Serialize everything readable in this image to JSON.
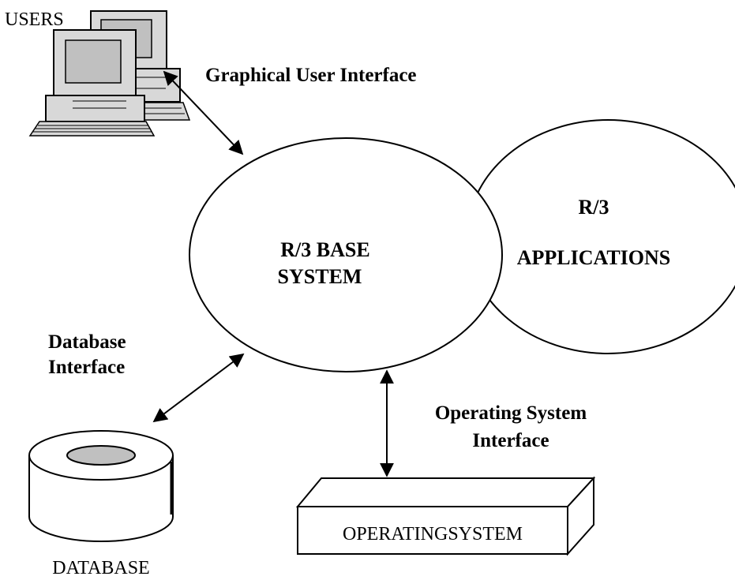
{
  "nodes": {
    "users": {
      "label": "USERS",
      "icon": "desktop-computers-icon"
    },
    "base_system": {
      "line1": "R/3 BASE",
      "line2": "SYSTEM"
    },
    "applications": {
      "line1": "R/3",
      "line2": "APPLICATIONS"
    },
    "database": {
      "label": "DATABASE",
      "icon": "database-disk-icon"
    },
    "operating_system": {
      "label": "OPERATINGSYSTEM"
    }
  },
  "interfaces": {
    "gui": "Graphical User Interface",
    "db": {
      "line1": "Database",
      "line2": "Interface"
    },
    "os": {
      "line1": "Operating System",
      "line2": "Interface"
    }
  },
  "colors": {
    "stroke": "#000000",
    "background": "#ffffff",
    "db_top_fill": "#c0c0c0",
    "pc_screen_fill": "#c0c0c0"
  }
}
